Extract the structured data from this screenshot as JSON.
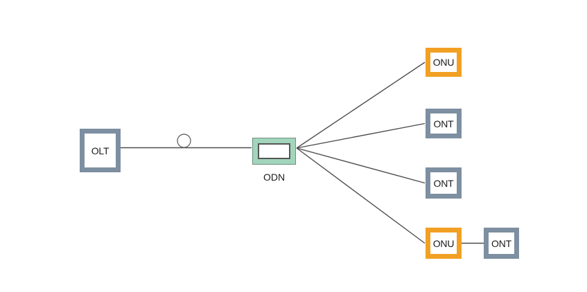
{
  "diagram": {
    "type": "pon-network-topology",
    "nodes": {
      "olt": {
        "label": "OLT"
      },
      "odn": {
        "label": "ODN"
      },
      "onu_top": {
        "label": "ONU"
      },
      "ont_1": {
        "label": "ONT"
      },
      "ont_2": {
        "label": "ONT"
      },
      "onu_bottom": {
        "label": "ONU"
      },
      "ont_3": {
        "label": "ONT"
      }
    },
    "icons": {
      "fiber_loop": "○"
    },
    "colors": {
      "slate_border": "#7d8fa1",
      "orange_border": "#f2a024",
      "mint_fill": "#a2d5bc",
      "mint_outline": "#6e907e",
      "inner_rect_border": "#565656",
      "connector": "#4d4d4d",
      "label_text": "#1a1a1a",
      "background": "#ffffff"
    }
  }
}
